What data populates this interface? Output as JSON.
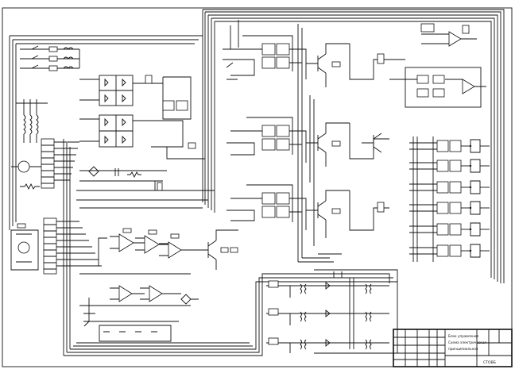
{
  "title_block": {
    "line1": "Блок управления",
    "line2": "Схема электрическая",
    "line3": "принципиальная",
    "sheet_code": "СТОВБ"
  }
}
